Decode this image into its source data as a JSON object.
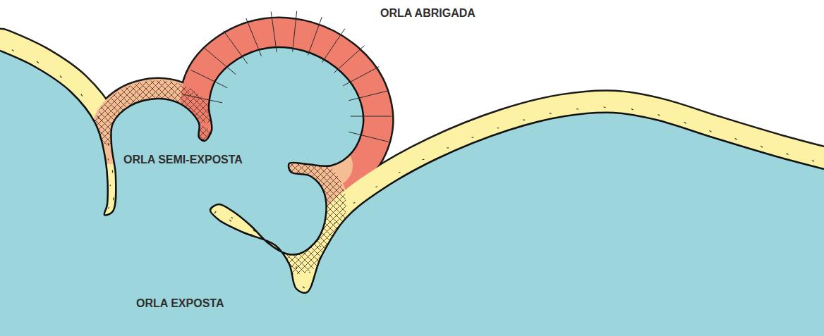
{
  "diagram": {
    "labels": [
      "ORLA ABRIGADA",
      "ORLA SEMI-EXPOSTA",
      "ORLA EXPOSTA"
    ]
  }
}
